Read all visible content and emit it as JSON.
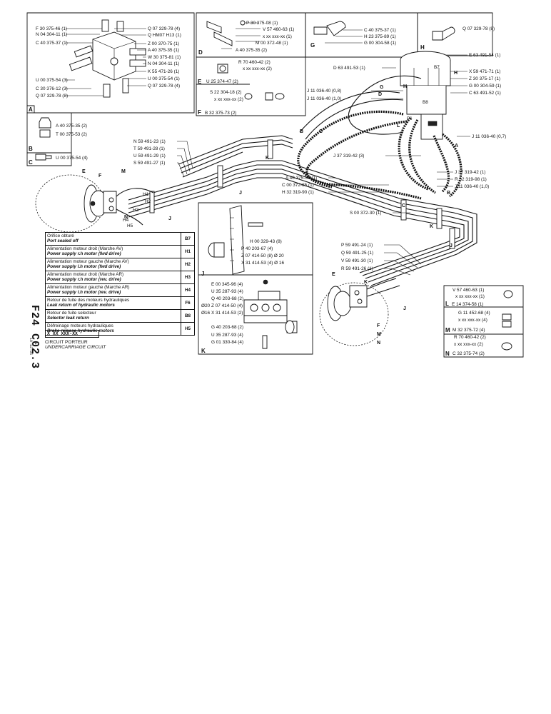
{
  "sheet": {
    "code": "F24 C02.3",
    "date": "10-12-85"
  },
  "title_block": {
    "code": "X XX XXX-XX",
    "title_fr": "CIRCUIT PORTEUR",
    "title_en": "UNDERCARRIAGE CIRCUIT"
  },
  "sections": {
    "A": "A",
    "B": "B",
    "C": "C",
    "D": "D",
    "E": "E",
    "F": "F",
    "G": "G",
    "H": "H",
    "J": "J",
    "K": "K",
    "L": "L",
    "M": "M",
    "N": "N"
  },
  "box_A_labels": [
    "F 30 375-46 (1)",
    "N 04 304-11 (1)",
    "C 40 375-37 (1)",
    "U 00 375-54 (3)",
    "C 30 376-12 (3)",
    "Q 07 329-78 (8)",
    "Q 07 329-78 (4)",
    "Q HM07 H13 (1)",
    "Z 00 370-75 (1)",
    "A 40 375-35 (1)",
    "W 30 375-81 (1)",
    "N 04 304-11 (1)",
    "K 55 471-26 (1)",
    "U 00 375-54 (1)",
    "Q 07 329-78 (4)"
  ],
  "box_B_labels": [
    "A 40 375-35 (2)",
    "T 00 375-53 (2)"
  ],
  "box_C_labels": [
    "U 00 375-54 (4)"
  ],
  "box_D_labels": [
    "P 30 375-08 (1)",
    "V 57 460-63 (1)",
    "x xx xxx-xx (1)",
    "M 00 372-48 (1)",
    "A 40 375-35 (2)"
  ],
  "box_E_labels": [
    "R 70 460-42 (2)",
    "x xx xxx-xx (2)",
    "U 25 374-47 (2)"
  ],
  "box_F_labels": [
    "S 22 304-18 (2)",
    "x xx xxx-xx (2)",
    "B 32 375-73 (2)"
  ],
  "box_G_labels": [
    "C 40 375-37 (1)",
    "H 23 375-89 (1)",
    "G 00 304-58 (1)"
  ],
  "box_H_labels": [
    "Q 07 329-78 (8)"
  ],
  "main_labels_right": [
    "E 63 491-54 (1)",
    "X 59 471-71 (1)",
    "Z 30 375-17 (1)",
    "G 00 304-59 (1)",
    "C 63 491-52 (1)",
    "J 11 036-40 (0,7)",
    "J 37 319-42 (1)",
    "R 32 319-98 (1)",
    "J 11 036-40 (1,0)"
  ],
  "main_labels_center": [
    "D 63 491-53 (1)",
    "J 11 036-40 (0,8)",
    "J 11 036-40 (1,0)",
    "J 37 319-42 (3)",
    "A 40 375-35 (1)",
    "C 00 372-85 (1)",
    "H 32 319-90 (1)",
    "S 00 372-30 (1)"
  ],
  "main_labels_left": [
    "N 59 491-23 (1)",
    "T 59 491-28 (1)",
    "U 59 491-29 (1)",
    "S 59 491-27 (1)"
  ],
  "main_labels_lower": [
    "P 59 491-24 (1)",
    "Q 59 491-25 (1)",
    "V 59 491-30 (1)",
    "R 59 491-26 (1)"
  ],
  "box_J_labels": [
    "H 00 329-43 (8)",
    "P 40 203-67 (4)",
    "Z 07 414-50 (8) Ø 20",
    "X 31 414-53 (4) Ø 16"
  ],
  "box_K_labels": [
    "E 00 345-96 (4)",
    "U 35 287-93 (4)",
    "Q 40 203-68 (2)",
    "Z 07 414-50 (4)",
    "X 31 414-53 (2)",
    "G 40 203-68 (2)",
    "U 35 287-93 (4)",
    "G 01 330-84 (4)",
    "Ø20",
    "Ø16"
  ],
  "box_LMN_labels": [
    "V 57 460-63 (1)",
    "x xx xxx-xx (1)",
    "E 14 374-58 (1)",
    "G 11 452-68 (4)",
    "x xx xxx-xx (4)",
    "M 32 375-72 (4)",
    "R 70 460-42 (2)",
    "x xx xxx-xx (2)",
    "C 32 375-74 (2)"
  ],
  "port_codes": [
    "H1",
    "H2",
    "H3",
    "H4",
    "H5",
    "F6",
    "B8",
    "B7"
  ],
  "legend": [
    {
      "fr": "Orifice obturé",
      "en": "Port sealed off",
      "code": "B7"
    },
    {
      "fr": "Alimentation moteur droit (Marche AV)",
      "en": "Power supply r.h motor (fwd drive)",
      "code": "H1"
    },
    {
      "fr": "Alimentation moteur gauche (Marche AV)",
      "en": "Power supply l.h motor (fwd drive)",
      "code": "H2"
    },
    {
      "fr": "Alimentation moteur droit (Marche AR)",
      "en": "Power supply r.h motor (rev. drive)",
      "code": "H3"
    },
    {
      "fr": "Alimentation moteur gauche (Marche AR)",
      "en": "Power supply l.h motor (rev. drive)",
      "code": "H4"
    },
    {
      "fr": "Retour de fuite des moteurs hydrauliques",
      "en": "Leak return of hydraulic motors",
      "code": "F6"
    },
    {
      "fr": "Retour de fuite selecteur",
      "en": "Selector leak return",
      "code": "B8"
    },
    {
      "fr": "Défreinage moteurs hydrauliques",
      "en": "Brake release hydraulic motors",
      "code": "H5"
    }
  ]
}
